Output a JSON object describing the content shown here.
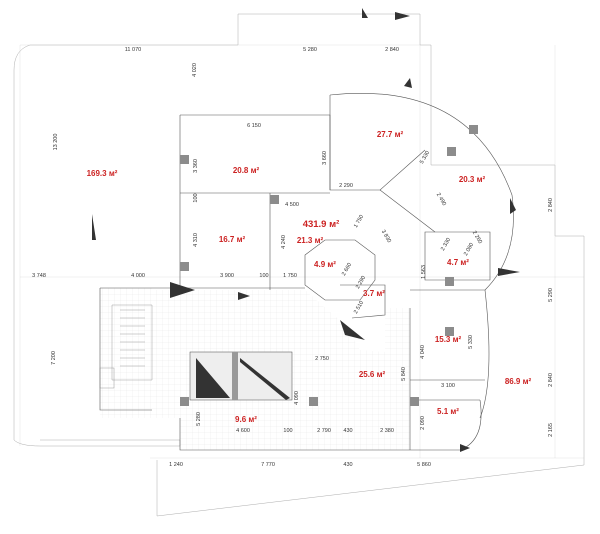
{
  "colors": {
    "area_label": "#cc2222",
    "dimension": "#333333",
    "wall": "#555555",
    "column": "#8c8c8c"
  },
  "total_area": "431.9 м²",
  "rooms": [
    {
      "id": "terrace-west",
      "area": "169.3 м²"
    },
    {
      "id": "office-north",
      "area": "20.8 м²"
    },
    {
      "id": "hall-round",
      "area": "27.7 м²"
    },
    {
      "id": "office-ne",
      "area": "20.3 м²"
    },
    {
      "id": "office-west",
      "area": "16.7 м²"
    },
    {
      "id": "corridor",
      "area": "21.3 м²"
    },
    {
      "id": "wc-1",
      "area": "4.9 м²"
    },
    {
      "id": "wc-2",
      "area": "3.7 м²"
    },
    {
      "id": "lobby-east",
      "area": "4.7 м²"
    },
    {
      "id": "office-east",
      "area": "15.3 м²"
    },
    {
      "id": "terrace-east",
      "area": "86.9 м²"
    },
    {
      "id": "hall-south",
      "area": "25.6 м²"
    },
    {
      "id": "room-sw",
      "area": "9.6 м²"
    },
    {
      "id": "room-se",
      "area": "5.1 м²"
    }
  ],
  "dimensions": [
    "11 070",
    "5 280",
    "2 840",
    "4 020",
    "6 150",
    "13 200",
    "3 360",
    "3 660",
    "5 330",
    "2 290",
    "4 500",
    "100",
    "1 750",
    "2 490",
    "2 840",
    "4 310",
    "4 240",
    "3 830",
    "2 330",
    "2 260",
    "2 080",
    "3 748",
    "4 000",
    "3 900",
    "100",
    "1 750",
    "2 660",
    "2 290",
    "1 563",
    "5 290",
    "2 510",
    "7 200",
    "2 750",
    "4 040",
    "5 330",
    "5 840",
    "2 840",
    "3 100",
    "4 090",
    "2 090",
    "4 600",
    "100",
    "2 790",
    "430",
    "2 380",
    "2 165",
    "1 240",
    "7 770",
    "430",
    "5 860"
  ]
}
